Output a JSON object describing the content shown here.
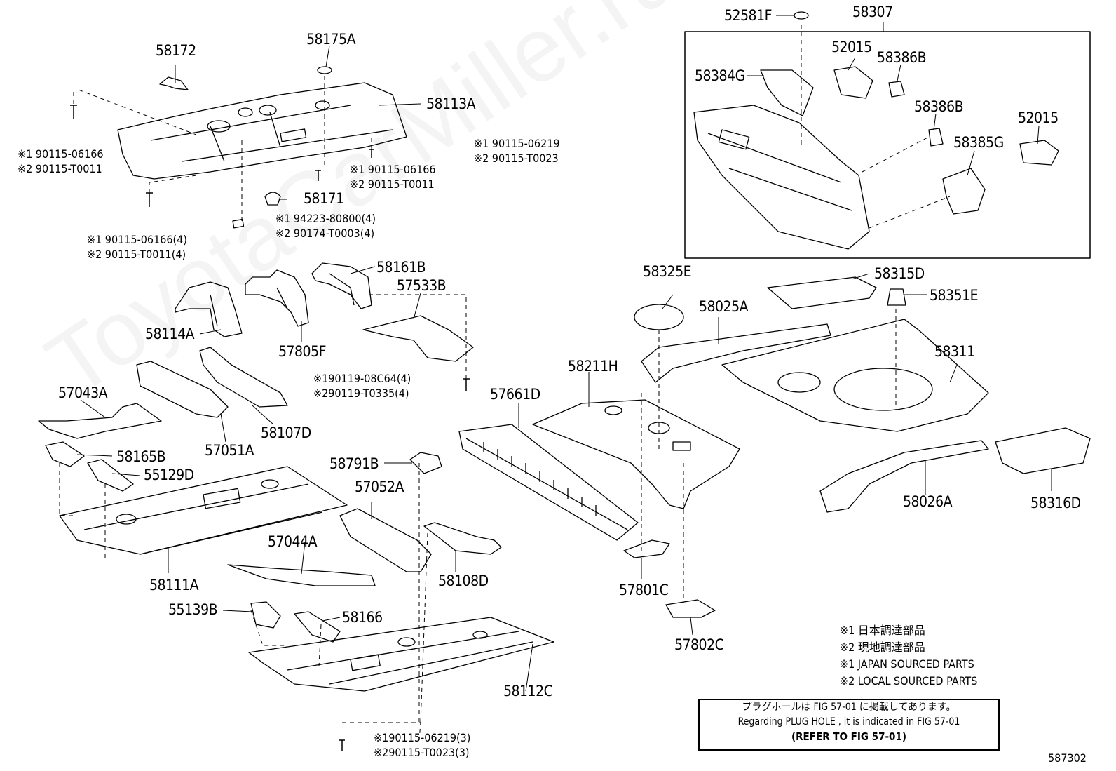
{
  "labels": {
    "p58172": "58172",
    "p58175A": "58175A",
    "p58113A": "58113A",
    "p58171": "58171",
    "p58161B": "58161B",
    "p57533B": "57533B",
    "p58114A": "58114A",
    "p57805F": "57805F",
    "p57043A": "57043A",
    "p57051A": "57051A",
    "p58107D": "58107D",
    "p58165B": "58165B",
    "p55129D": "55129D",
    "p58111A": "58111A",
    "p58791B": "58791B",
    "p57052A": "57052A",
    "p57044A": "57044A",
    "p58108D": "58108D",
    "p55139B": "55139B",
    "p58166": "58166",
    "p58112C": "58112C",
    "p57661D": "57661D",
    "p58211H": "58211H",
    "p57801C": "57801C",
    "p57802C": "57802C",
    "p58325E": "58325E",
    "p58025A": "58025A",
    "p58315D": "58315D",
    "p58351E": "58351E",
    "p58311": "58311",
    "p58026A": "58026A",
    "p58316D": "58316D",
    "p52581F": "52581F",
    "p58307": "58307",
    "p52015a": "52015",
    "p58386Ba": "58386B",
    "p58384G": "58384G",
    "p58386Bb": "58386B",
    "p52015b": "52015",
    "p58385G": "58385G"
  },
  "fasteners": {
    "f1": [
      "※1 90115-06166",
      "※2 90115-T0011"
    ],
    "f2": [
      "※1 90115-06219",
      "※2 90115-T0023"
    ],
    "f3": [
      "※1 90115-06166",
      "※2 90115-T0011"
    ],
    "f4": [
      "※1 94223-80800(4)",
      "※2 90174-T0003(4)"
    ],
    "f5": [
      "※1 90115-06166(4)",
      "※2 90115-T0011(4)"
    ],
    "f6": [
      "※190119-08C64(4)",
      "※290119-T0335(4)"
    ],
    "f7": [
      "※190115-06219(3)",
      "※290115-T0023(3)"
    ]
  },
  "legend": [
    "※1 日本調達部品",
    "※2 現地調達部品",
    "※1 JAPAN SOURCED PARTS",
    "※2 LOCAL SOURCED PARTS"
  ],
  "reference": {
    "line1": "プラグホールは FIG 57-01 に掲載してあります。",
    "line2": "Regarding  PLUG  HOLE , it is indicated in  FIG  57-01",
    "line3": "(REFER TO FIG 57-01)"
  },
  "figure_number": "587302",
  "watermark": "ToyotaCarMiller.ru"
}
